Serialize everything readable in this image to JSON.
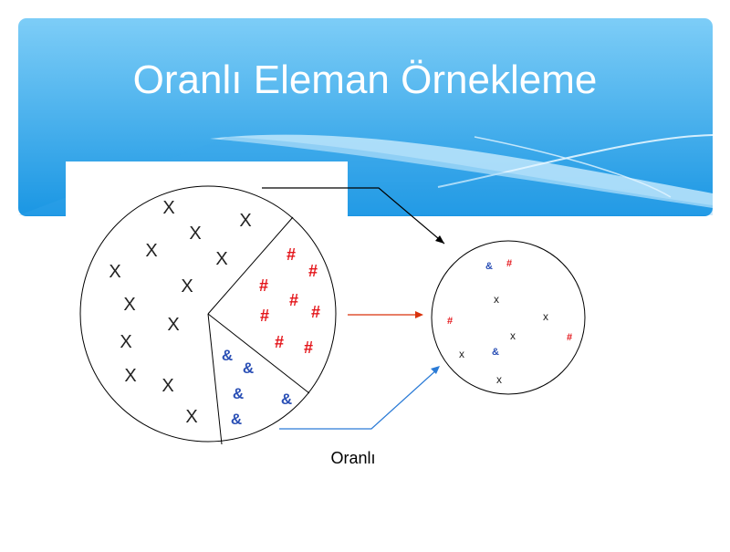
{
  "slide": {
    "title": "Oranlı Eleman Örnekleme",
    "caption": "Oranlı"
  },
  "colors": {
    "banner_top": "#7dcdf7",
    "banner_bottom": "#1a96e3",
    "x_color": "#222222",
    "hash_color": "#e4161b",
    "amp_color": "#2a4fb5",
    "arrow_black": "#000000",
    "arrow_red": "#d9320b",
    "arrow_blue": "#2b7bd6"
  },
  "population": {
    "x_symbol": "X",
    "hash_symbol": "#",
    "amp_symbol": "&"
  },
  "sample": {
    "x_symbol": "x",
    "hash_symbol": "#",
    "amp_symbol": "&"
  }
}
